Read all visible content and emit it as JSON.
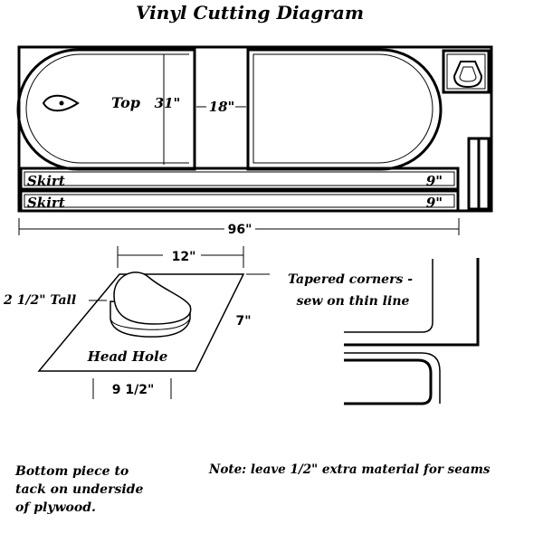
{
  "title": "Vinyl Cutting Diagram",
  "labels": {
    "top": "Top",
    "dim_31": "31\"",
    "dim_18": "18\"",
    "skirt_1": "Skirt",
    "skirt_1_dim": "9\"",
    "skirt_2": "Skirt",
    "skirt_2_dim": "9\"",
    "dim_96": "96\"",
    "dim_12": "12\"",
    "dim_tall": "2 1/2\" Tall",
    "dim_7": "7\"",
    "head_hole": "Head Hole",
    "dim_9_5": "9 1/2\"",
    "tapered_line1": "Tapered corners -",
    "tapered_line2": "sew on thin line",
    "bottom_line1": "Bottom piece to",
    "bottom_line2": "tack on underside",
    "bottom_line3": "of plywood.",
    "note": "Note: leave 1/2\" extra material for seams"
  }
}
